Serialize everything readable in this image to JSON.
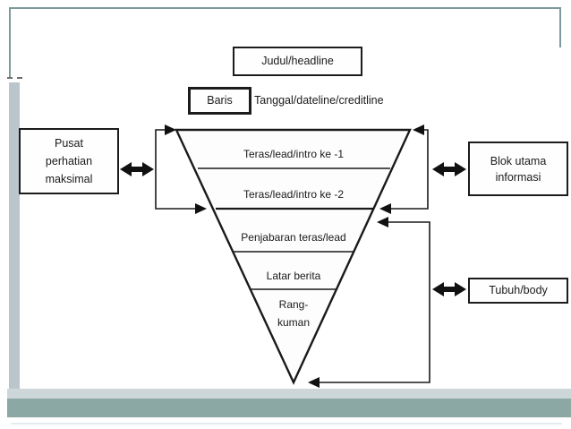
{
  "slide": {
    "background": "#ffffff",
    "accent_line_color": "#7e9a9a",
    "left_stripe_color": "#bac6cb",
    "bottom_light_bar_color": "#cdd7da",
    "bottom_teal_bar_color": "#8ba8a4",
    "ink_color": "#1a1a1a"
  },
  "diagram": {
    "headline_box_label": "Judul/headline",
    "baris_box_label": "Baris",
    "dateline_label": "Tanggal/dateline/creditline",
    "left_box_label": "Pusat\nperhatian\nmaksimal",
    "right_top_box_label": "Blok utama\ninformasi",
    "right_bottom_box_label": "Tubuh/body",
    "pyramid_sections": [
      {
        "label": "Teras/lead/intro ke -1"
      },
      {
        "label": "Teras/lead/intro ke -2"
      },
      {
        "label": "Penjabaran teras/lead"
      },
      {
        "label": "Latar berita"
      },
      {
        "label": "Rang-\nkuman"
      }
    ]
  }
}
